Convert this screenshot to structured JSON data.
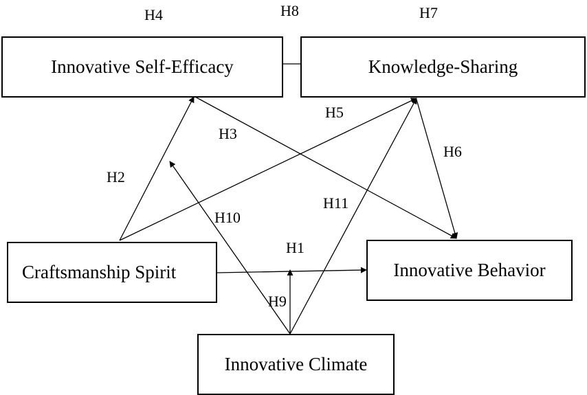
{
  "constructs": {
    "innovative_self_efficacy": "Innovative Self-Efficacy",
    "knowledge_sharing": "Knowledge-Sharing",
    "craftsmanship_spirit": "Craftsmanship Spirit",
    "innovative_behavior": "Innovative Behavior",
    "innovative_climate": "Innovative Climate"
  },
  "hypotheses": {
    "h1": "H1",
    "h2": "H2",
    "h3": "H3",
    "h4": "H4",
    "h5": "H5",
    "h6": "H6",
    "h7": "H7",
    "h8": "H8",
    "h9": "H9",
    "h10": "H10",
    "h11": "H11"
  },
  "colors": {
    "line": "#000000",
    "background": "#ffffff"
  }
}
